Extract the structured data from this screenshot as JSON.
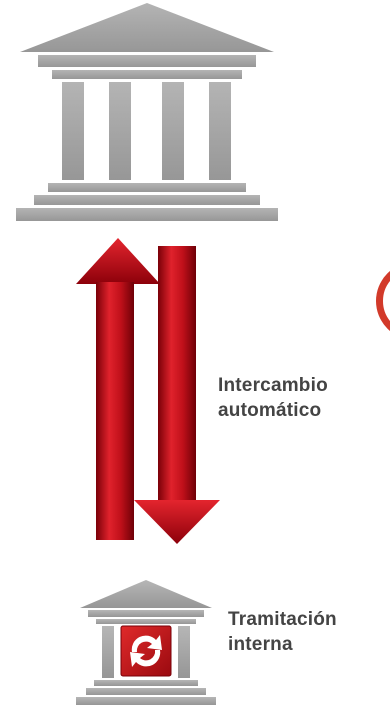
{
  "diagram": {
    "exchange_label": {
      "line1": "Intercambio",
      "line2": "automático"
    },
    "internal_label": {
      "line1": "Tramitación",
      "line2": "interna"
    }
  },
  "colors": {
    "building_gray": "#a3a3a3",
    "arrow_red": "#c0101a",
    "label_text": "#444444"
  },
  "icons": [
    "government-building-icon",
    "bidirectional-arrows-icon",
    "refresh-icon"
  ]
}
